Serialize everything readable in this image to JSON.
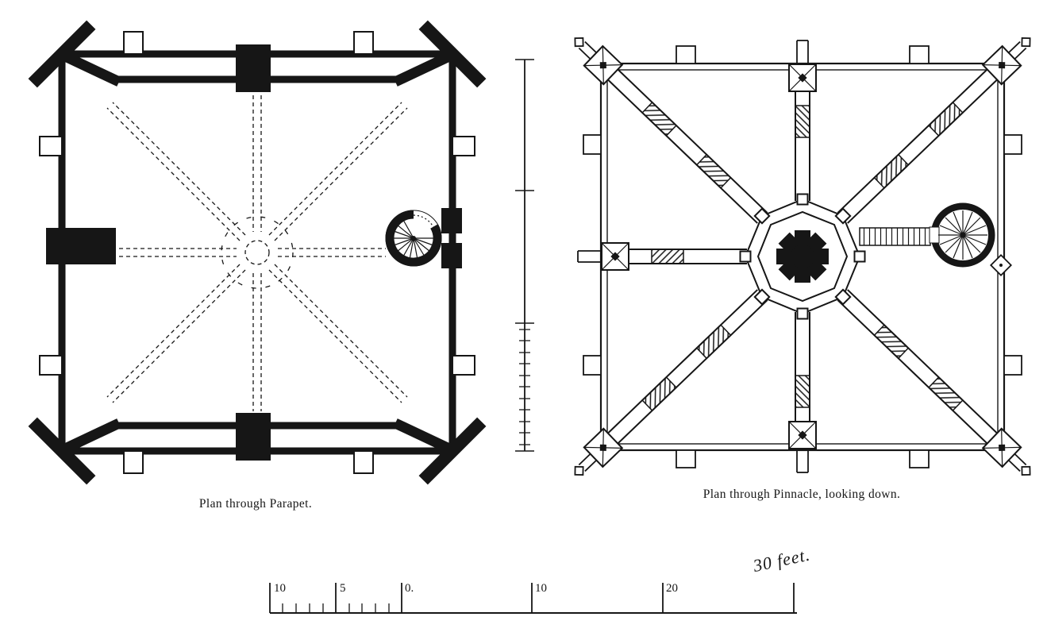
{
  "plate": {
    "colors": {
      "ink": "#161616",
      "paper": "#ffffff"
    },
    "left_plan": {
      "caption": "Plan through Parapet."
    },
    "right_plan": {
      "caption": "Plan through Pinnacle, looking down."
    },
    "scale_bar": {
      "labels": [
        "10",
        "5",
        "0.",
        "10",
        "20",
        "30 feet."
      ]
    }
  }
}
